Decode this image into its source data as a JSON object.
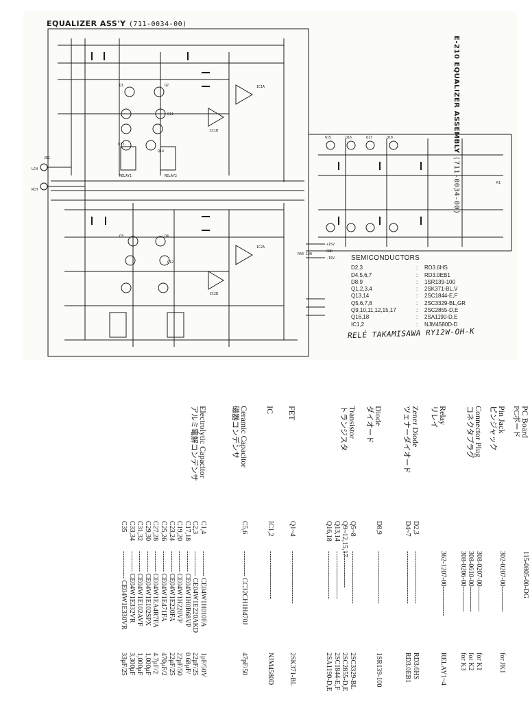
{
  "schematic": {
    "title": "EQUALIZER ASS'Y",
    "title_part_no": "(711-0034-00)",
    "side_title": "E-210 EQUALIZER ASSEMBLY",
    "side_part_no": "(711-0034-00)",
    "labels": {
      "lch": "LCH",
      "rch": "RCH",
      "ic1a": "IC1A",
      "ic1b": "IC1B",
      "ic2a": "IC2A",
      "ic2b": "IC2B",
      "relay1": "RELAY1",
      "relay2": "RELAY2",
      "jk1": "JK1",
      "q1": "Q1",
      "q2": "Q2",
      "q3": "Q3",
      "q4": "Q4",
      "q11": "Q11",
      "q12": "Q12",
      "q13": "Q13",
      "q14": "Q14",
      "q15": "Q15",
      "q16": "Q16",
      "q17": "Q17",
      "q18": "Q18",
      "r43": "R43 100",
      "p15": "+15V",
      "m15": "-15V",
      "gnd": "GND",
      "k1": "K1"
    }
  },
  "semiconductors": {
    "heading": "SEMICONDUCTORS",
    "rows": [
      {
        "ref": "D2,3",
        "part": "RD3.6HS"
      },
      {
        "ref": "D4,5,6,7",
        "part": "RD3.0EB1"
      },
      {
        "ref": "D8,9",
        "part": "1SR139-100"
      },
      {
        "ref": "Q1,2,3,4",
        "part": "2SK371-BL,V"
      },
      {
        "ref": "Q13,14",
        "part": "2SC1844-E,F"
      },
      {
        "ref": "Q5,6,7,8",
        "part": "2SC3329-BL,GR"
      },
      {
        "ref": "Q9,10,11,12,15,17",
        "part": "2SC2855-D,E"
      },
      {
        "ref": "Q16,18",
        "part": "2SA1190-D,E"
      },
      {
        "ref": "IC1,2",
        "part": "NJM4580D-D"
      }
    ]
  },
  "relay_note": "RELÉ TAKAMISAWA RY12W-OH-K",
  "parts_list": [
    {
      "en": "PC Board",
      "jp": "PCボード",
      "lines": [
        {
          "ref": "",
          "num": "115-0805-00-DG",
          "val": ""
        }
      ]
    },
    {
      "en": "Pin Jack",
      "jp": "ピンジャック",
      "lines": [
        {
          "ref": "",
          "num": "302-0207-00-----------",
          "val": "for JK1"
        }
      ]
    },
    {
      "en": "Connector Plug",
      "jp": "コネクタプラグ",
      "lines": [
        {
          "ref": "",
          "num": "308-0207-00-----------",
          "val": "for K1"
        },
        {
          "ref": "",
          "num": "308-0610-00-----------",
          "val": "for K2"
        },
        {
          "ref": "",
          "num": "308-0206-00-----------",
          "val": "for K3"
        }
      ]
    },
    {
      "en": "Relay",
      "jp": "リレイ",
      "lines": [
        {
          "ref": "",
          "num": "362-1207-00-------------",
          "val": "RELAY1~4"
        }
      ]
    },
    {
      "en": "Zener Diode",
      "jp": "ツェナーダイオード",
      "lines": [
        {
          "ref": "D2,3",
          "num": "-----------------------",
          "val": "RD3.6HS"
        },
        {
          "ref": "D4~7",
          "num": "-----------------------",
          "val": "RD3.0EB1"
        }
      ]
    },
    {
      "en": "Diode",
      "jp": "ダイオード",
      "lines": [
        {
          "ref": "D8,9",
          "num": "-----------------------",
          "val": "1SR139-100"
        }
      ]
    },
    {
      "en": "Transistor",
      "jp": "トランジスタ",
      "lines": [
        {
          "ref": "Q5~8",
          "num": "-----------------------",
          "val": "2SC3329-BL"
        },
        {
          "ref": "Q9~12,15,17",
          "num": "----------------",
          "val": "2SC2855-D,E"
        },
        {
          "ref": "Q13,14",
          "num": "---------------------",
          "val": "2SC1844-E,F"
        },
        {
          "ref": "Q16,18",
          "num": "---------------------",
          "val": "2SA1190-D,E"
        }
      ]
    },
    {
      "en": "FET",
      "jp": "",
      "lines": [
        {
          "ref": "Q1~4",
          "num": "-----------------------",
          "val": "2SK371-BL"
        }
      ]
    },
    {
      "en": "IC",
      "jp": "",
      "lines": [
        {
          "ref": "IC1,2",
          "num": "---------------------",
          "val": "NJM4580D"
        }
      ]
    },
    {
      "en": "Ceramic Capacitor",
      "jp": "磁器コンデンサ",
      "lines": [
        {
          "ref": "C5,6",
          "num": "----------- CC32CH1H470J",
          "val": "47pF/50"
        }
      ]
    },
    {
      "en": "Electrolytic Capacitor",
      "jp": "アルミ電解コンデンサ",
      "lines": [
        {
          "ref": "C1,4",
          "num": "----------- CE04W1H010FA",
          "val": "1μF/50V"
        },
        {
          "ref": "C2,3",
          "num": "----------- CE04W1E220AKD",
          "val": "22μF/25"
        },
        {
          "ref": "C17,18",
          "num": "--------- CE04W1H0R68VP",
          "val": "0.68μF/"
        },
        {
          "ref": "C19,20",
          "num": "--------- CE04W1H220VP",
          "val": "22μF/50"
        },
        {
          "ref": "C23,24",
          "num": "--------- CE04W1E220FA",
          "val": "22μF/25"
        },
        {
          "ref": "C25,26",
          "num": "--------- CE04W1E471FA",
          "val": "470μF/2"
        },
        {
          "ref": "C27,28",
          "num": "--------- CE04W1EA4R7FA",
          "val": "4.7μF/2"
        },
        {
          "ref": "C29,30",
          "num": "--------- CE04W1E102SPX",
          "val": "1,000μF"
        },
        {
          "ref": "C31,32",
          "num": "--------- CE04W1E102AVF",
          "val": "1,000μF"
        },
        {
          "ref": "C33,34",
          "num": "--------- CE04W1E332VR",
          "val": "3,300μF"
        },
        {
          "ref": "C35",
          "num": "------------ CE04W1E330VR",
          "val": "33μF/25"
        }
      ]
    }
  ],
  "colors": {
    "ink": "#1a1a1a",
    "paper": "#ffffff",
    "sheet": "#fbfbf8"
  }
}
